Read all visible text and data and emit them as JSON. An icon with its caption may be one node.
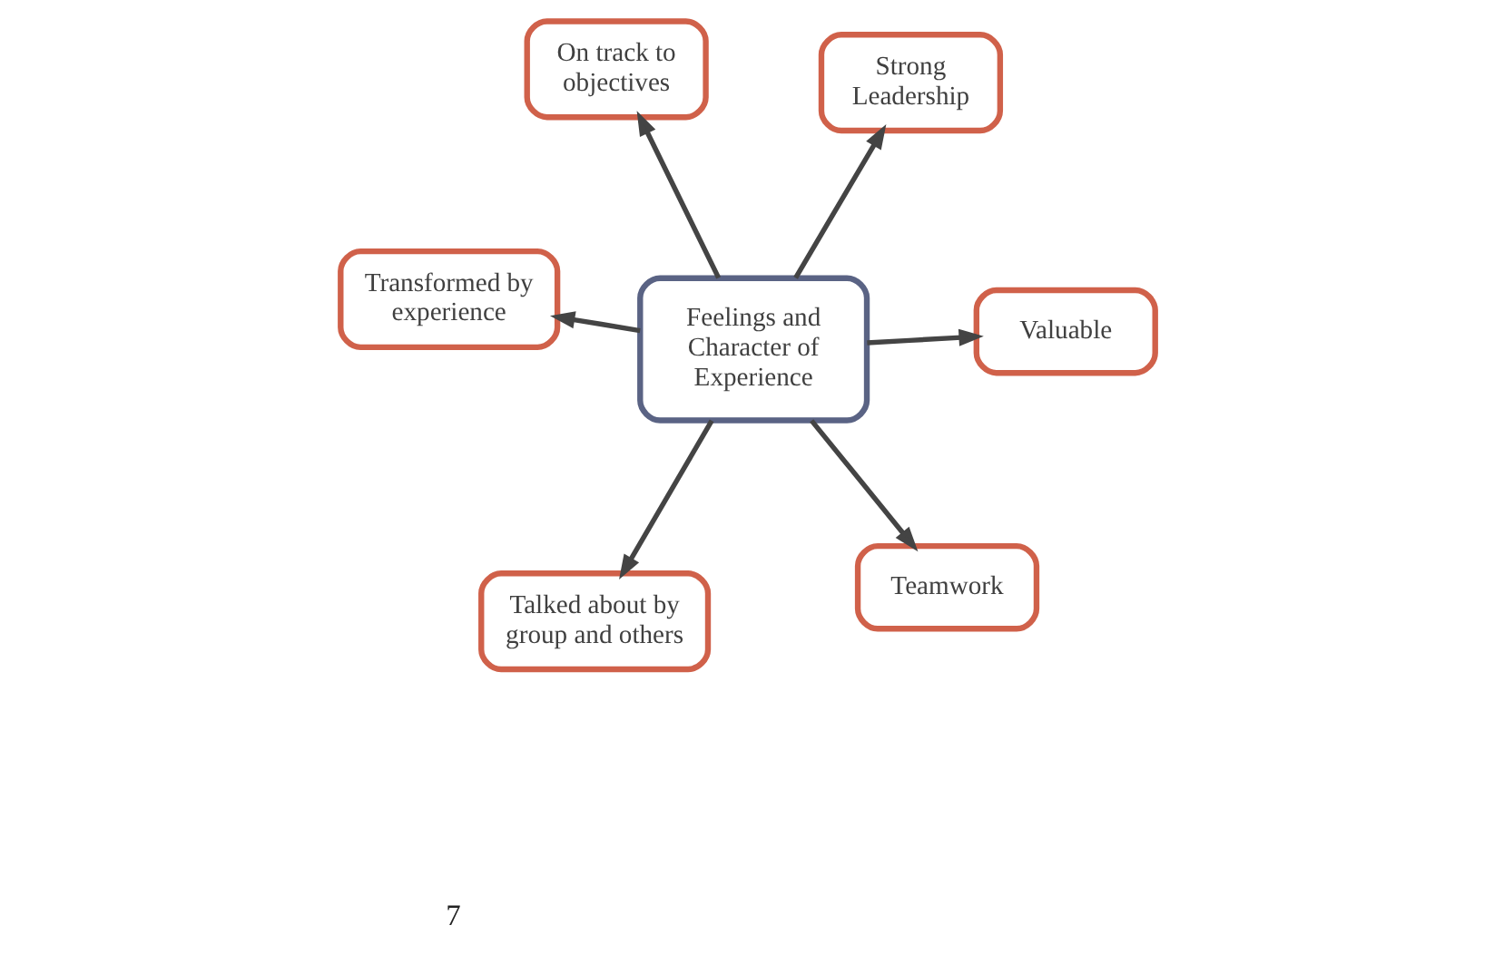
{
  "diagram": {
    "nodes": [
      {
        "text": [
          "Feelings and Character of Experience"
        ]
      },
      {
        "text": [
          "Valuable"
        ]
      },
      {
        "text": [
          "Teamwork"
        ]
      },
      {
        "text": [
          "Transformed by experience"
        ]
      },
      {
        "text": [
          "Strong Leadership"
        ]
      },
      {
        "text": [
          "On track to objectives"
        ]
      },
      {
        "text": [
          "Talked about by group and others"
        ]
      }
    ],
    "edges": [
      {
        "from": 0,
        "to": 1,
        "arrow": "to"
      },
      {
        "from": 0,
        "to": 2,
        "arrow": "to"
      },
      {
        "from": 0,
        "to": 3,
        "arrow": "to"
      },
      {
        "from": 0,
        "to": 4,
        "arrow": "to"
      },
      {
        "from": 0,
        "to": 5,
        "arrow": "to"
      },
      {
        "from": 0,
        "to": 6,
        "arrow": "to"
      }
    ],
    "labels": [
      "7"
    ]
  }
}
